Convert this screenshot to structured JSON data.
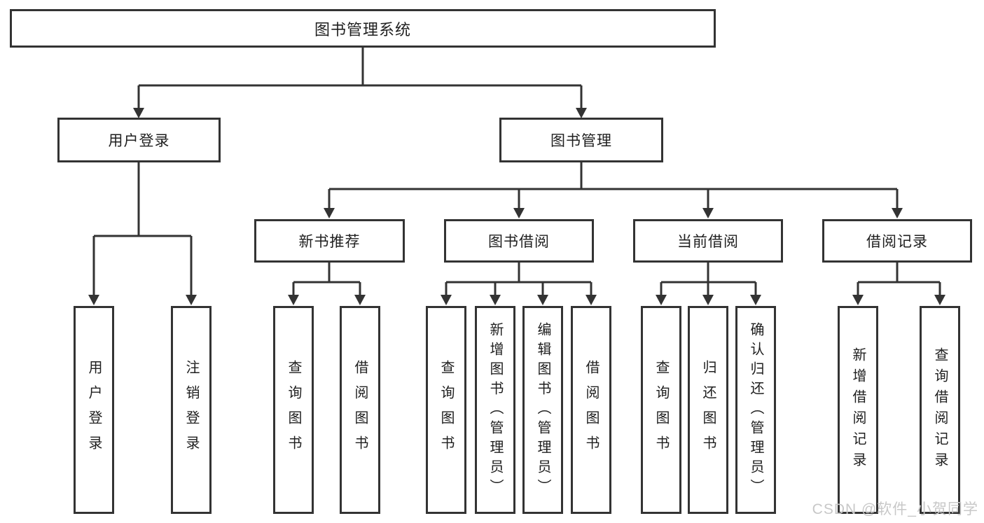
{
  "system": {
    "title": "图书管理系统",
    "modules": [
      {
        "label": "用户登录",
        "children": [
          {
            "label": "用户登录"
          },
          {
            "label": "注销登录"
          }
        ]
      },
      {
        "label": "图书管理",
        "sections": [
          {
            "label": "新书推荐",
            "children": [
              {
                "label": "查询图书"
              },
              {
                "label": "借阅图书"
              }
            ]
          },
          {
            "label": "图书借阅",
            "children": [
              {
                "label": "查询图书"
              },
              {
                "label": "新增图书（管理员）"
              },
              {
                "label": "编辑图书（管理员）"
              },
              {
                "label": "借阅图书"
              }
            ]
          },
          {
            "label": "当前借阅",
            "children": [
              {
                "label": "查询图书"
              },
              {
                "label": "归还图书"
              },
              {
                "label": "确认归还（管理员）"
              }
            ]
          },
          {
            "label": "借阅记录",
            "children": [
              {
                "label": "新增借阅记录"
              },
              {
                "label": "查询借阅记录"
              }
            ]
          }
        ]
      }
    ]
  },
  "watermark": {
    "text": "CSDN @软件_小贺同学"
  },
  "colors": {
    "line": "#333333",
    "box_border": "#333333",
    "text": "#1f1f1f",
    "background": "#ffffff",
    "watermark": "#c8c8c8"
  }
}
